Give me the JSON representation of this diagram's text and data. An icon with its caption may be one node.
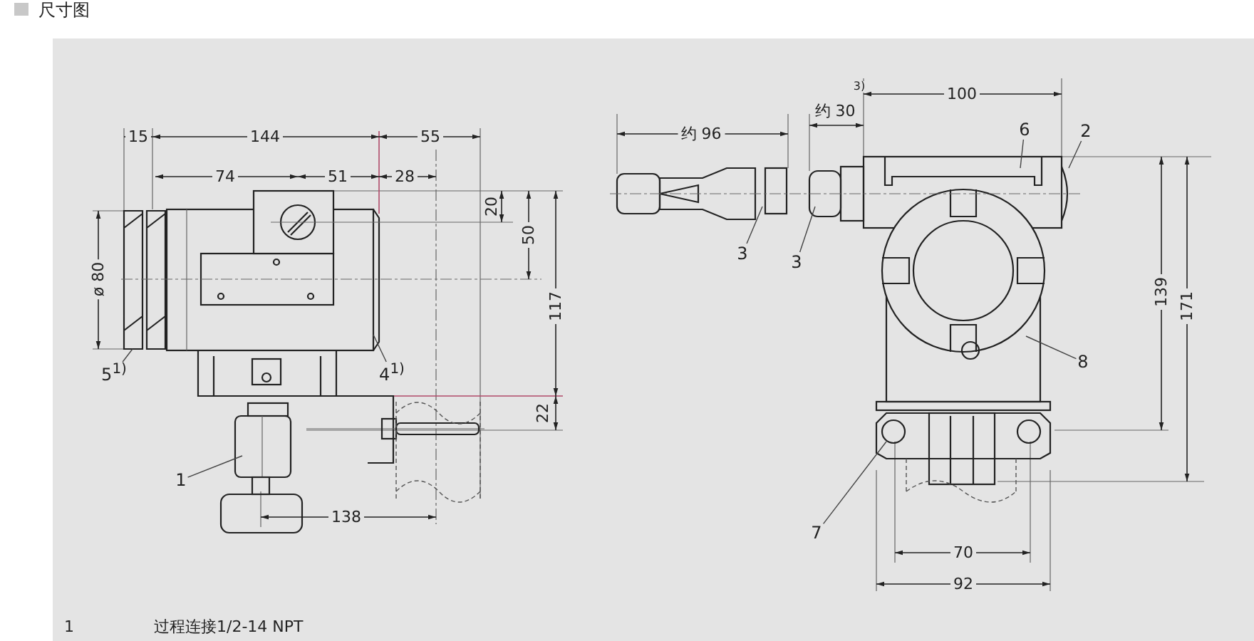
{
  "diagram": {
    "title": "尺寸图",
    "nodes": [
      {
        "text": [
          "6"
        ]
      },
      {
        "text": [
          "2"
        ]
      },
      {
        "text": [
          "3"
        ]
      },
      {
        "text": [
          "3"
        ]
      },
      {
        "text": [
          "8"
        ]
      },
      {
        "text": [
          "5$^{1)}$"
        ]
      },
      {
        "text": [
          "4$^{1)}$"
        ]
      },
      {
        "text": [
          "1"
        ]
      },
      {
        "text": [
          "7"
        ]
      }
    ],
    "edges": [
      {
        "from": 0,
        "to": null,
        "arrow": "none"
      },
      {
        "from": 1,
        "to": null,
        "arrow": "none"
      },
      {
        "from": 2,
        "to": null,
        "arrow": "none"
      },
      {
        "from": 3,
        "to": null,
        "arrow": "none"
      },
      {
        "from": 4,
        "to": null,
        "arrow": "none"
      },
      {
        "from": 5,
        "to": null,
        "arrow": "none"
      },
      {
        "from": 6,
        "to": null,
        "arrow": "none"
      },
      {
        "from": 7,
        "to": null,
        "arrow": "none"
      },
      {
        "from": 8,
        "to": null,
        "arrow": "none"
      }
    ],
    "labels": [
      "15",
      "144",
      "55",
      "74",
      "51",
      "28",
      "20",
      "50",
      "ø 80",
      "117",
      "22",
      "138",
      "3)",
      "100",
      "约 30",
      "约 96",
      "139",
      "171",
      "70",
      "92",
      "1",
      "过程连接1/2-14 NPT"
    ]
  }
}
